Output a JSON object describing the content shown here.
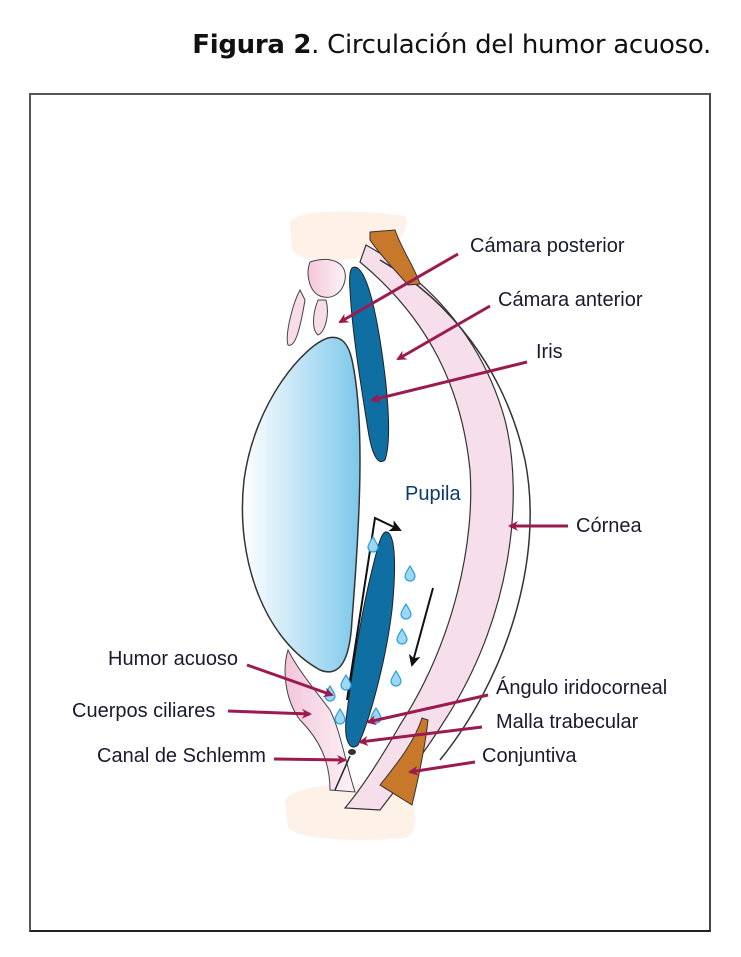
{
  "figure": {
    "number_label": "Figura 2",
    "title": ". Circulación del humor acuoso."
  },
  "labels": {
    "camara_posterior": "Cámara posterior",
    "camara_anterior": "Cámara anterior",
    "iris": "Iris",
    "pupila": "Pupila",
    "cornea": "Córnea",
    "humor_acuoso": "Humor acuoso",
    "cuerpos_ciliares": "Cuerpos ciliares",
    "canal_schlemm": "Canal de Schlemm",
    "angulo_iridocorneal": "Ángulo iridocorneal",
    "malla_trabecular": "Malla trabecular",
    "conjuntiva": "Conjuntiva"
  },
  "colors": {
    "arrow": "#9b1b4f",
    "iris": "#0f6fa3",
    "lens": "#8fd0ee",
    "cornea": "#f7e4ee",
    "conjunctiva": "#c8782a",
    "sclera_skin": "#fdf1e8",
    "droplet": "#3aa7dc"
  }
}
